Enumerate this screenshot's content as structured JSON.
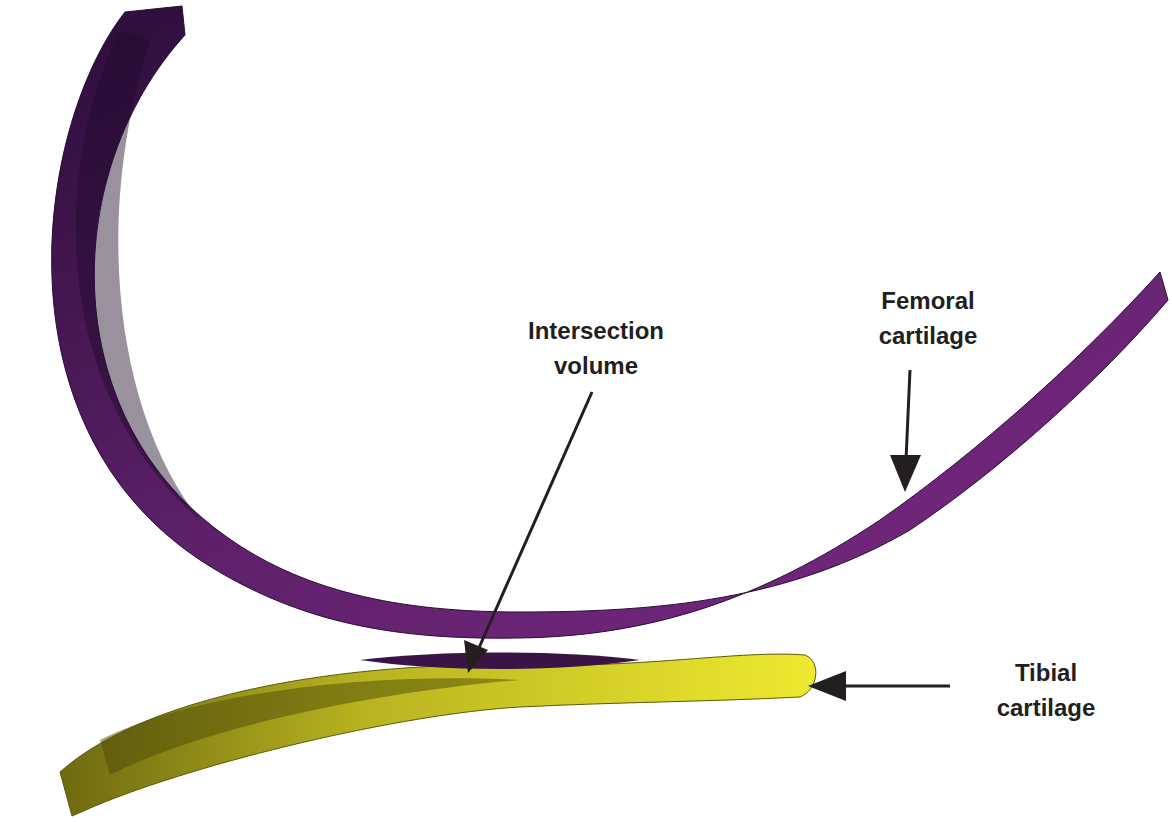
{
  "diagram": {
    "labels": [
      "Intersection volume",
      "Femoral cartilage",
      "Tibial cartilage"
    ]
  }
}
